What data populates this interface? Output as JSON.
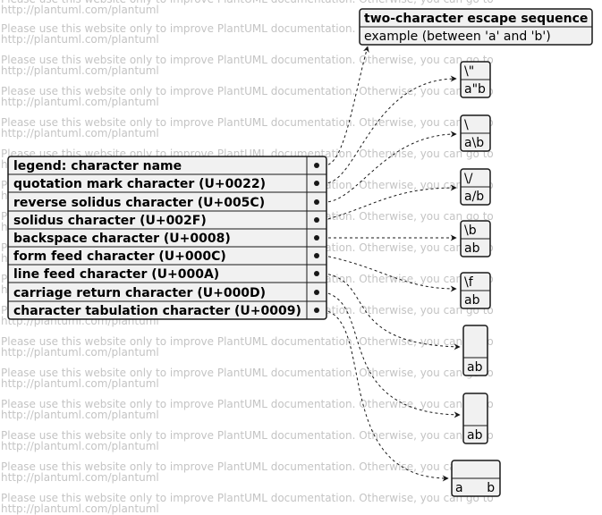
{
  "watermark": {
    "line1": "Please use this website only to improve PlantUML documentation. Otherwise, you can go to",
    "line2": "http://plantuml.com/plantuml"
  },
  "legend": {
    "title": "legend: character name",
    "rows": [
      "quotation mark character (U+0022)",
      "reverse solidus character (U+005C)",
      "solidus character (U+002F)",
      "backspace character (U+0008)",
      "form feed character (U+000C)",
      "line feed character (U+000A)",
      "carriage return character (U+000D)",
      "character tabulation character (U+0009)"
    ]
  },
  "escape_header": {
    "title": "two-character escape sequence",
    "subtitle": "example (between 'a' and 'b')"
  },
  "escapes": [
    {
      "seq": "\\\"",
      "example": "a\"b"
    },
    {
      "seq": "\\",
      "example": "a\\b"
    },
    {
      "seq": "\\/",
      "example": "a/b"
    },
    {
      "seq": "\\b",
      "example": "a\bb"
    },
    {
      "seq": "\\f",
      "example": "a\fb"
    },
    {
      "seq": "",
      "example": "ab"
    },
    {
      "seq": "",
      "example": "ab"
    },
    {
      "seq": "",
      "example": "a      b"
    }
  ]
}
